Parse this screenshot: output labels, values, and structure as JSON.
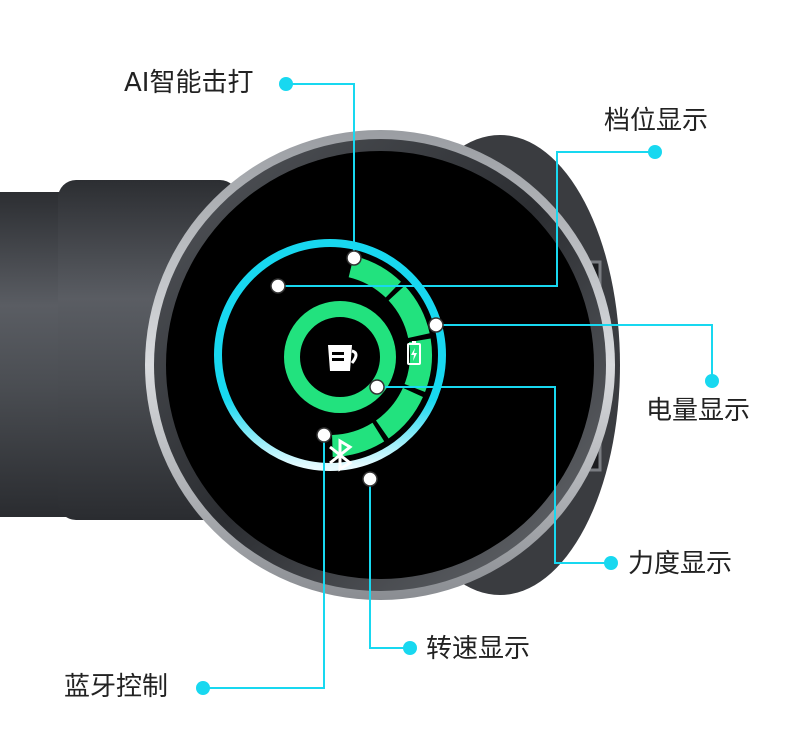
{
  "colors": {
    "accent_cyan": "#18d8f0",
    "segment_green": "#22e27e",
    "screen_black": "#000000",
    "body_grey": "#4a4d52"
  },
  "icons": {
    "center": "cup-icon",
    "battery": "battery-icon",
    "bluetooth": "bluetooth-icon"
  },
  "gauge": {
    "level_segments_total": 5,
    "level_segments_lit": 5
  },
  "labels": {
    "ai_strike": "AI智能击打",
    "gear_display": "档位显示",
    "battery_display": "电量显示",
    "force_display": "力度显示",
    "speed_display": "转速显示",
    "bluetooth_control": "蓝牙控制"
  }
}
